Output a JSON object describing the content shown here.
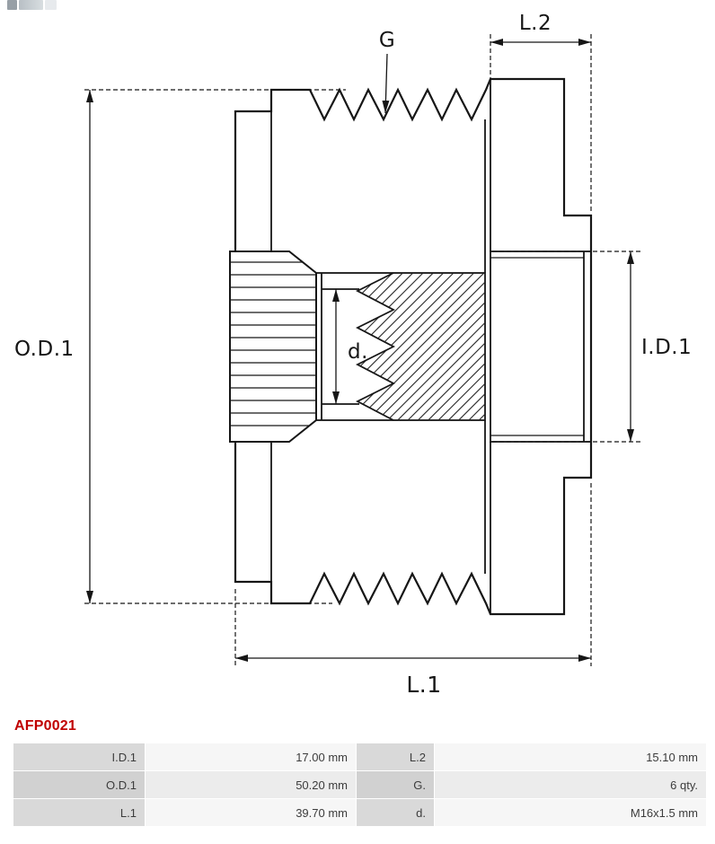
{
  "brand": {
    "watermark_name": "as-pl-logo-fragment"
  },
  "diagram": {
    "labels": {
      "g": "G",
      "l2": "L.2",
      "od1": "O.D.1",
      "id1": "I.D.1",
      "d": "d.",
      "l1": "L.1"
    }
  },
  "part_number": {
    "text": "AFP0021",
    "color": "#C00000"
  },
  "specs_table": {
    "rows": [
      {
        "c1_label": "I.D.1",
        "c1_value": "17.00 mm",
        "c2_label": "L.2",
        "c2_value": "15.10 mm"
      },
      {
        "c1_label": "O.D.1",
        "c1_value": "50.20 mm",
        "c2_label": "G.",
        "c2_value": "6 qty."
      },
      {
        "c1_label": "L.1",
        "c1_value": "39.70 mm",
        "c2_label": "d.",
        "c2_value": "M16x1.5 mm"
      }
    ]
  }
}
